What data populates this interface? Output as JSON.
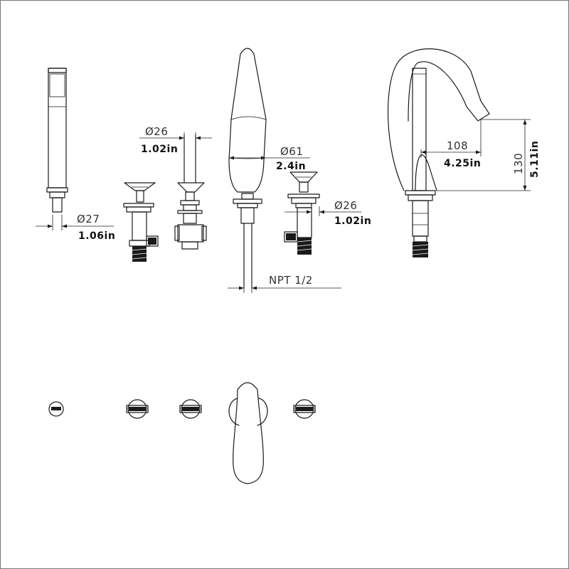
{
  "labels": {
    "hand_shower_dia_mm": "Ø27",
    "hand_shower_dia_in": "1.06in",
    "valve_left_dia_mm": "Ø26",
    "valve_left_dia_in": "1.02in",
    "spout_base_dia_mm": "Ø61",
    "spout_base_dia_in": "2.4in",
    "valve_right_dia_mm": "Ø26",
    "valve_right_dia_in": "1.02in",
    "thread": "NPT 1/2",
    "spout_reach_mm": "108",
    "spout_reach_in": "4.25in",
    "spout_height_mm": "130",
    "spout_height_in": "5.11in"
  }
}
